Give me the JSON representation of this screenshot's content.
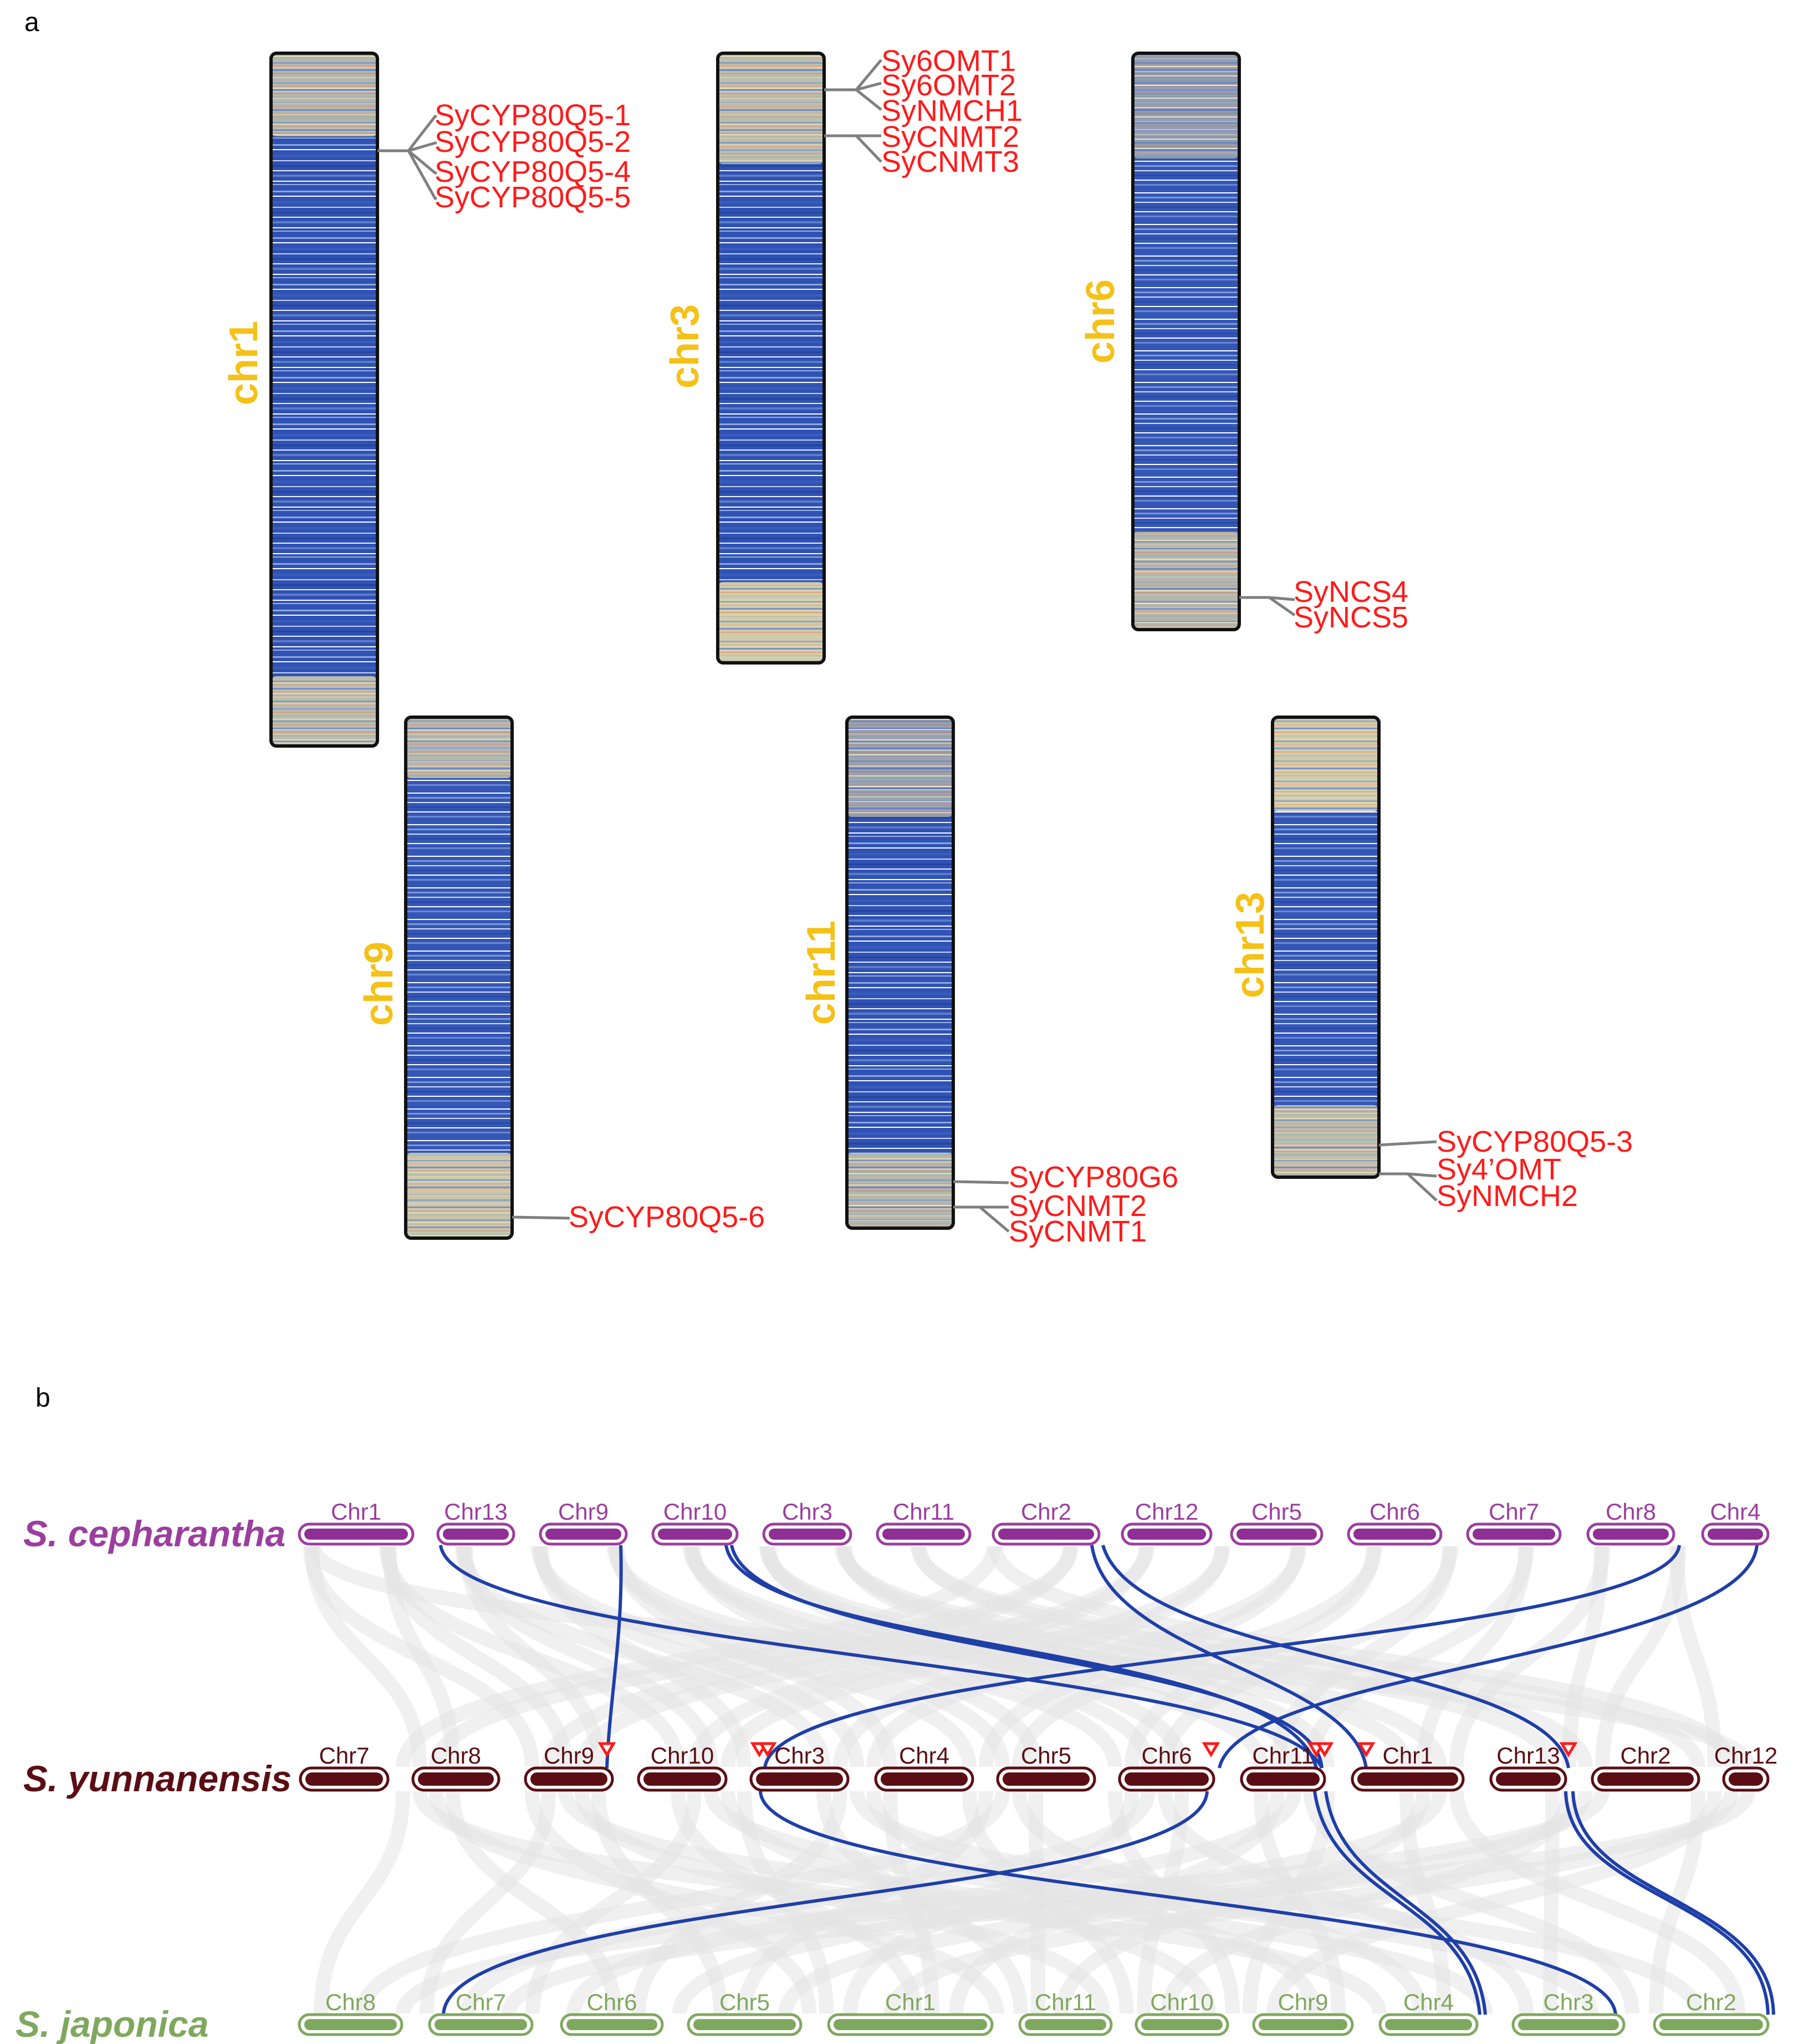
{
  "panel_a": {
    "letter": "a",
    "chromosomes": [
      {
        "name": "chr1",
        "genes": [
          "SyCYP80Q5-1",
          "SyCYP80Q5-2",
          "SyCYP80Q5-4",
          "SyCYP80Q5-5"
        ]
      },
      {
        "name": "chr3",
        "genes": [
          "Sy6OMT1",
          "Sy6OMT2",
          "SyNMCH1",
          "SyCNMT2",
          "SyCNMT3"
        ]
      },
      {
        "name": "chr6",
        "genes": [
          "SyNCS4",
          "SyNCS5"
        ]
      },
      {
        "name": "chr9",
        "genes": [
          "SyCYP80Q5-6"
        ]
      },
      {
        "name": "chr11",
        "genes": [
          "SyCYP80G6",
          "SyCNMT2",
          "SyCNMT1"
        ]
      },
      {
        "name": "chr13",
        "genes": [
          "SyCYP80Q5-3",
          "Sy4’OMT",
          "SyNMCH2"
        ]
      }
    ],
    "colors": {
      "label": "#f5c116",
      "gene": "#ff1a1a",
      "density_low": "#2c4fb0",
      "density_high": "#f08a50"
    }
  },
  "panel_b": {
    "letter": "b",
    "tracks": [
      {
        "species": "S. cepharantha",
        "color": "#9b3e9e",
        "fill": "#8e2f93",
        "chromosomes": [
          "Chr1",
          "Chr13",
          "Chr9",
          "Chr10",
          "Chr3",
          "Chr11",
          "Chr2",
          "Chr12",
          "Chr5",
          "Chr6",
          "Chr7",
          "Chr8",
          "Chr4"
        ]
      },
      {
        "species": "S. yunnanensis",
        "color": "#5a0e14",
        "fill": "#5a0e14",
        "chromosomes": [
          "Chr7",
          "Chr8",
          "Chr9",
          "Chr10",
          "Chr3",
          "Chr4",
          "Chr5",
          "Chr6",
          "Chr11",
          "Chr1",
          "Chr13",
          "Chr2",
          "Chr12"
        ]
      },
      {
        "species": "S. japonica",
        "color": "#7fa85f",
        "fill": "#7fa85f",
        "chromosomes": [
          "Chr8",
          "Chr7",
          "Chr6",
          "Chr5",
          "Chr1",
          "Chr11",
          "Chr10",
          "Chr9",
          "Chr4",
          "Chr3",
          "Chr2"
        ]
      }
    ],
    "colors": {
      "link": "#1f3fa8",
      "background_link": "#e3e3e3",
      "marker": "#ff1a1a"
    }
  }
}
